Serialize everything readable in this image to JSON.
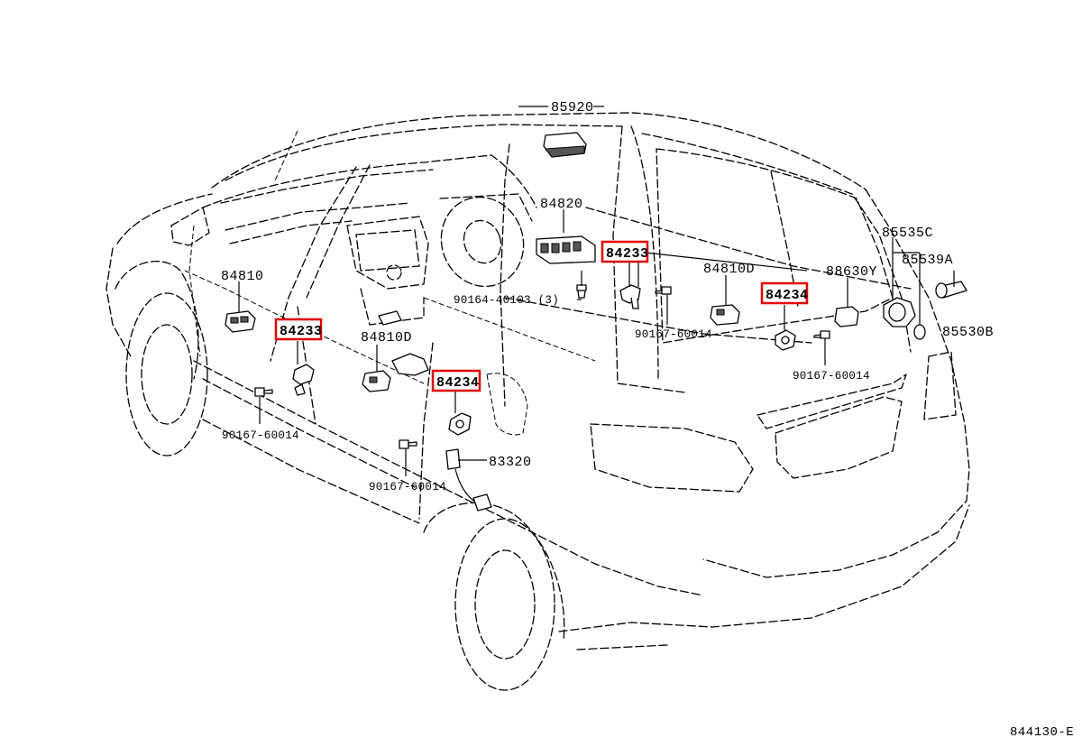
{
  "figure_code": "844130-E",
  "highlight_color": "#e00000",
  "labels": {
    "p85920": "85920",
    "p84820": "84820",
    "p84233_rear": "84233",
    "p84810D_rear": "84810D",
    "p88630Y": "88630Y",
    "p84234_rear": "84234",
    "p85535C": "85535C",
    "p85539A": "85539A",
    "p85530B": "85530B",
    "p84810": "84810",
    "p84233_front": "84233",
    "p84810D_front": "84810D",
    "p84234_front": "84234",
    "p90164": "90164-40103 (3)",
    "p90167_a": "90167-60014",
    "p90167_b": "90167-60014",
    "p90167_c": "90167-60014",
    "p90167_d": "90167-60014",
    "p83320": "83320"
  }
}
